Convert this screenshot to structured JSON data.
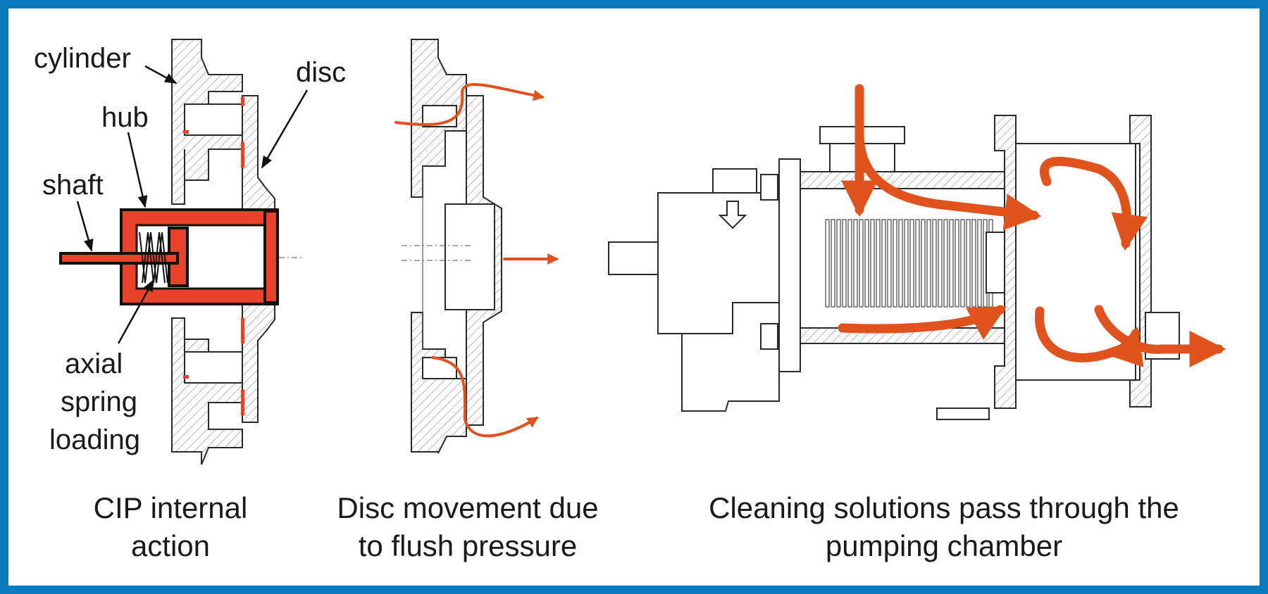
{
  "frame": {
    "border_color": "#0a7bbd",
    "flow_color": "#e0521e",
    "part_color": "#e8432a"
  },
  "panel1": {
    "labels": {
      "cylinder": "cylinder",
      "hub": "hub",
      "disc": "disc",
      "shaft": "shaft",
      "axial_1": "axial",
      "axial_2": "spring",
      "axial_3": "loading"
    },
    "caption_1": "CIP internal",
    "caption_2": "action"
  },
  "panel2": {
    "caption_1": "Disc movement due",
    "caption_2": "to flush pressure"
  },
  "panel3": {
    "caption_1": "Cleaning solutions pass through the",
    "caption_2": "pumping chamber"
  }
}
